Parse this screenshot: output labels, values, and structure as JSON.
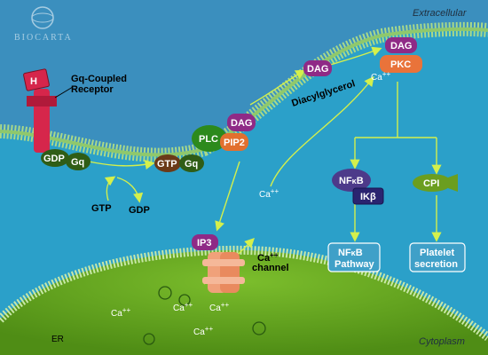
{
  "logo": {
    "text": "BIOCARTA"
  },
  "region": {
    "extracellular": "Extracellular",
    "cytoplasm": "Cytoplasm",
    "er": "ER"
  },
  "receptor": {
    "ligand": "H",
    "name_line1": "Gq-Coupled",
    "name_line2": "Receptor"
  },
  "gproteins": {
    "gdp_bound": "GDP",
    "gq_inactive": "Gq",
    "gtp_bound": "GTP",
    "gq_active": "Gq",
    "gtp_free": "GTP",
    "gdp_free": "GDP"
  },
  "membrane_nodes": {
    "plc": "PLC",
    "pip2": "PIP2",
    "dag_membrane": "DAG",
    "dag_mid": "DAG",
    "diacylglycerol": "Diacylglycerol",
    "dag_top": "DAG",
    "pkc": "PKC"
  },
  "calcium": {
    "base": "Ca",
    "charge": "++"
  },
  "channel": {
    "ip3": "IP3",
    "label_line2": "channel"
  },
  "nfkb": {
    "nfkb_prefix": "NF",
    "kappa": "κ",
    "nfkb_suffix": "B",
    "ik_prefix": "IK",
    "beta": "β"
  },
  "cpi": {
    "label": "CPI"
  },
  "outputs": {
    "nfkb_pathway_prefix": "NF",
    "nfkb_pathway_kappa": "κ",
    "nfkb_pathway_suffix": "B",
    "nfkb_pathway_line2": "Pathway",
    "platelet_line1": "Platelet",
    "platelet_line2": "secretion"
  },
  "colors": {
    "extracellular": "#3b8fbe",
    "cytoplasm": "#2ba0c9",
    "er": "#5fa61c",
    "membrane_head": "#a9d98a",
    "receptor": "#d6264b",
    "gq_protein": "#2f5d16",
    "plc": "#2c8a1c",
    "pip2": "#e2702e",
    "dag": "#8f2a86",
    "pkc": "#e9733a",
    "nfkb": "#4d3a8a",
    "ikb": "#2a2470",
    "cpi": "#6b9e1f",
    "output_box": "#3fa0c8",
    "arrow": "#d4f04c"
  }
}
